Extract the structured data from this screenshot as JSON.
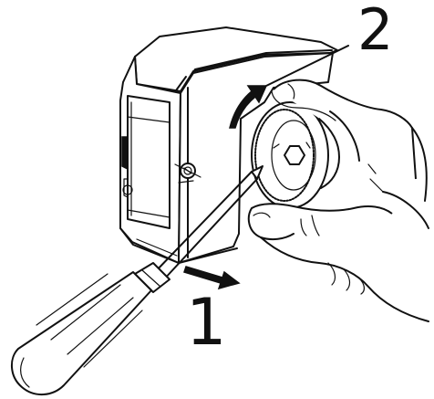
{
  "steps": [
    {
      "number": "1",
      "arrow": "horizontal-push-arrow"
    },
    {
      "number": "2",
      "arrow": "curved-rotation-arrow"
    }
  ],
  "colors": {
    "ink": "#111111",
    "background": "#ffffff"
  }
}
